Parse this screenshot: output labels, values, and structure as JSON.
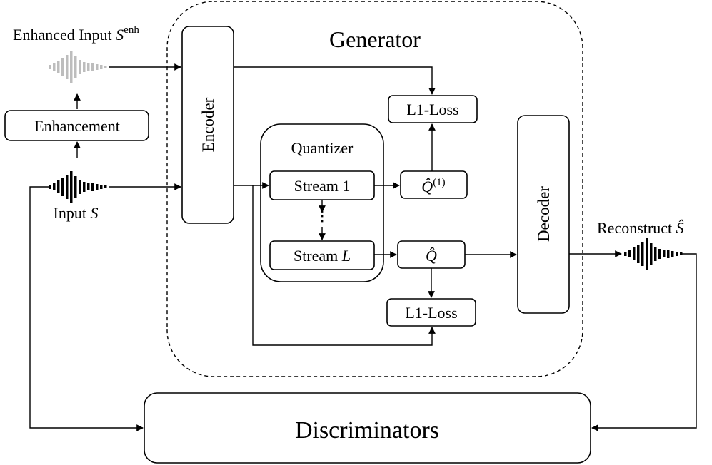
{
  "generator": {
    "title": "Generator"
  },
  "enhanced_input": {
    "label": "Enhanced Input ",
    "symbol": "S",
    "superscript": "enh"
  },
  "enhancement": {
    "label": "Enhancement"
  },
  "input": {
    "label": "Input ",
    "symbol": "S"
  },
  "encoder": {
    "label": "Encoder"
  },
  "quantizer": {
    "title": "Quantizer",
    "stream_1": "Stream 1",
    "stream_dots": "⋮",
    "stream_L_prefix": "Stream ",
    "stream_L_symbol": "L"
  },
  "q_first": {
    "symbol": "Q̂",
    "superscript": "(1)"
  },
  "q_hat": {
    "symbol": "Q̂"
  },
  "loss_top": {
    "label": "L1-Loss"
  },
  "loss_bottom": {
    "label": "L1-Loss"
  },
  "decoder": {
    "label": "Decoder"
  },
  "reconstruct": {
    "label": "Reconstruct ",
    "symbol": "Ŝ"
  },
  "discriminators": {
    "label": "Discriminators"
  },
  "colors": {
    "enhanced_wave": "#bdbdbd",
    "wave": "#000000"
  }
}
